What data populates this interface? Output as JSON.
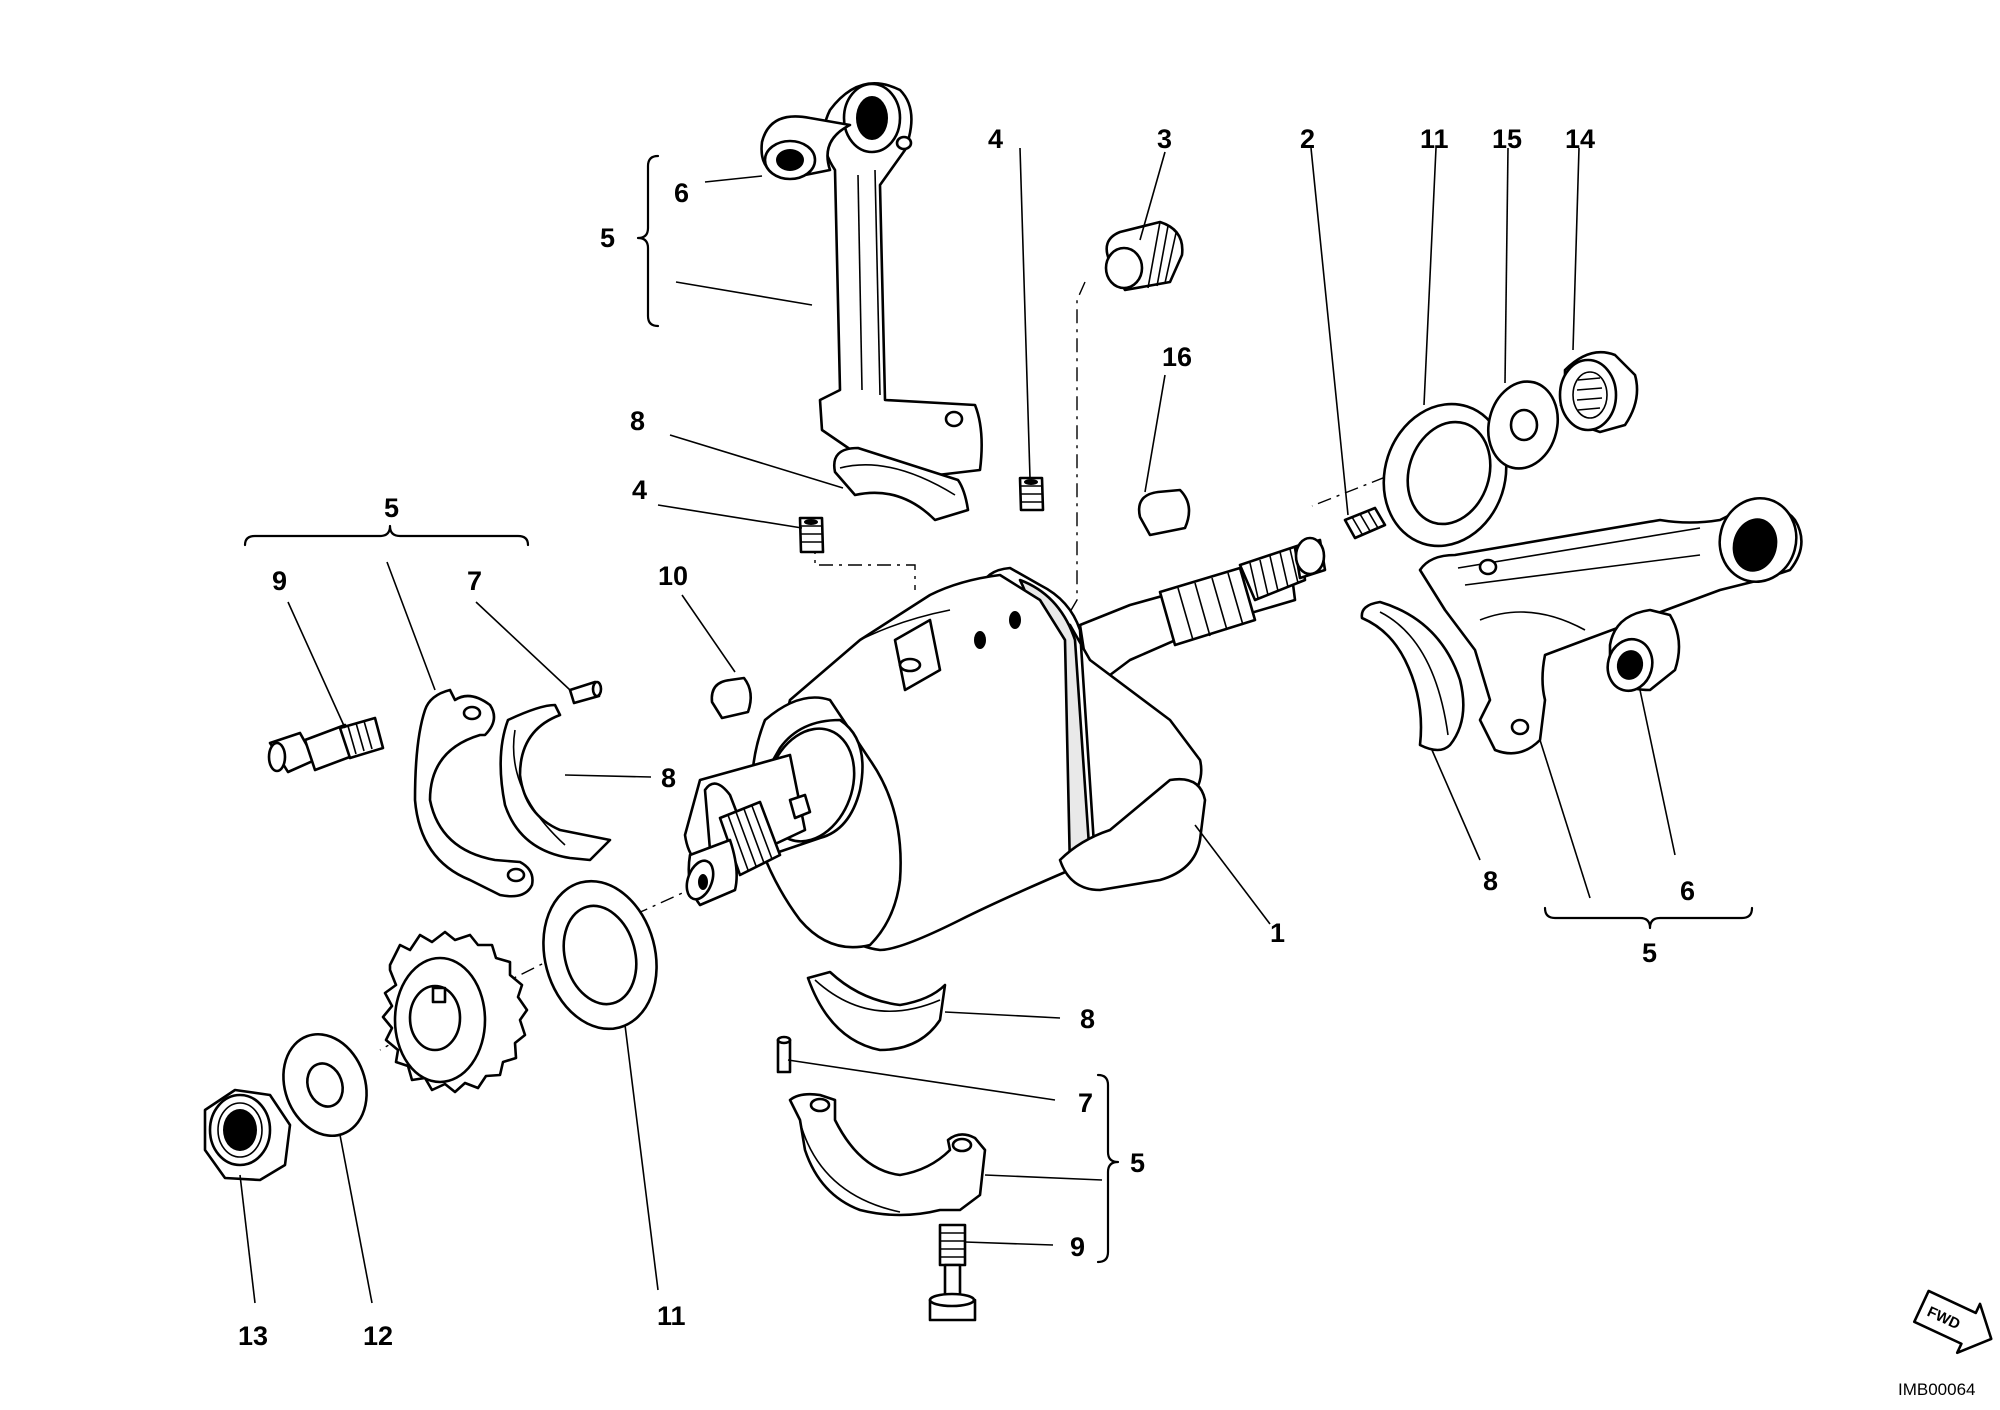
{
  "callouts": {
    "c1": "1",
    "c2": "2",
    "c3": "3",
    "c4a": "4",
    "c4b": "4",
    "c5a": "5",
    "c5b": "5",
    "c5c": "5",
    "c5d": "5",
    "c6a": "6",
    "c6b": "6",
    "c7a": "7",
    "c7b": "7",
    "c8a": "8",
    "c8b": "8",
    "c8c": "8",
    "c8d": "8",
    "c9a": "9",
    "c9b": "9",
    "c10": "10",
    "c11a": "11",
    "c11b": "11",
    "c12": "12",
    "c13": "13",
    "c14": "14",
    "c15": "15",
    "c16": "16"
  },
  "fwd_label": "FWD",
  "reference_code": "IMB00064",
  "icons": {
    "fwd": "direction-arrow-icon"
  }
}
